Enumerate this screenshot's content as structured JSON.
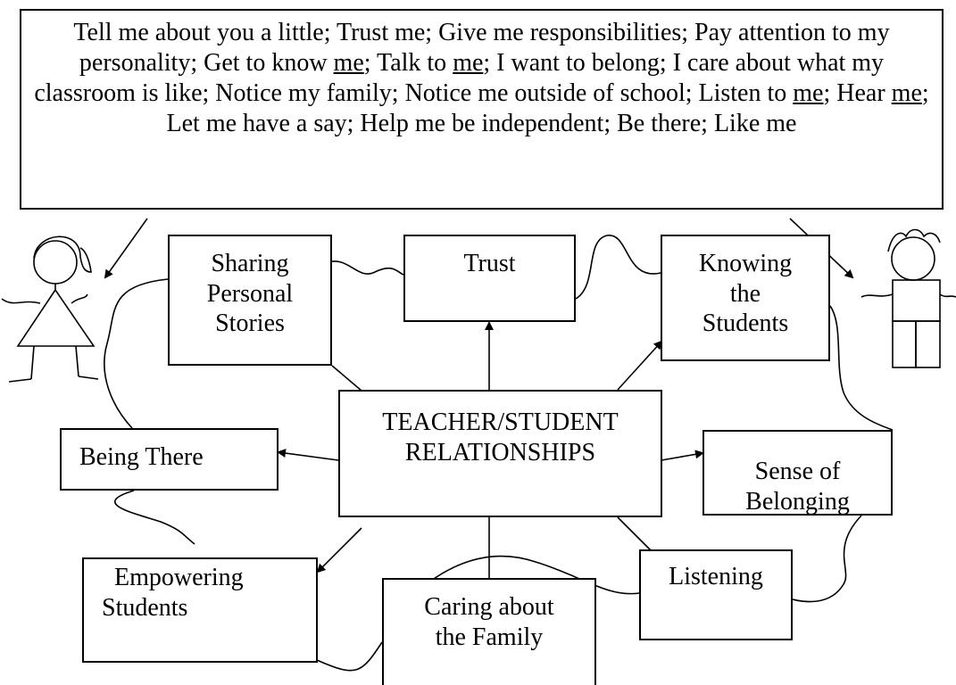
{
  "quote": {
    "segments": [
      {
        "t": "Tell me about you a little; Trust me; Give me responsibilities; Pay attention to my personality; Get to know ",
        "u": false
      },
      {
        "t": "me",
        "u": true
      },
      {
        "t": "; Talk to ",
        "u": false
      },
      {
        "t": "me",
        "u": true
      },
      {
        "t": "; I want to belong; I care about what my classroom is like; Notice my family; Notice me outside of school; Listen to ",
        "u": false
      },
      {
        "t": "me",
        "u": true
      },
      {
        "t": "; Hear ",
        "u": false
      },
      {
        "t": "me",
        "u": true
      },
      {
        "t": "; Let me have a say; Help me be independent; Be there; Like me",
        "u": false
      }
    ]
  },
  "center": {
    "line1": "TEACHER/STUDENT",
    "line2": "RELATIONSHIPS"
  },
  "nodes": {
    "sharing": [
      "Sharing",
      "Personal",
      "Stories"
    ],
    "trust": [
      "Trust"
    ],
    "knowing": [
      "Knowing",
      "the",
      "Students"
    ],
    "being_there": [
      "Being There"
    ],
    "belonging": [
      "Sense of",
      "Belonging"
    ],
    "empowering": [
      "Empowering",
      "Students"
    ],
    "caring": [
      "Caring about",
      "the Family"
    ],
    "listening": [
      "Listening"
    ]
  }
}
